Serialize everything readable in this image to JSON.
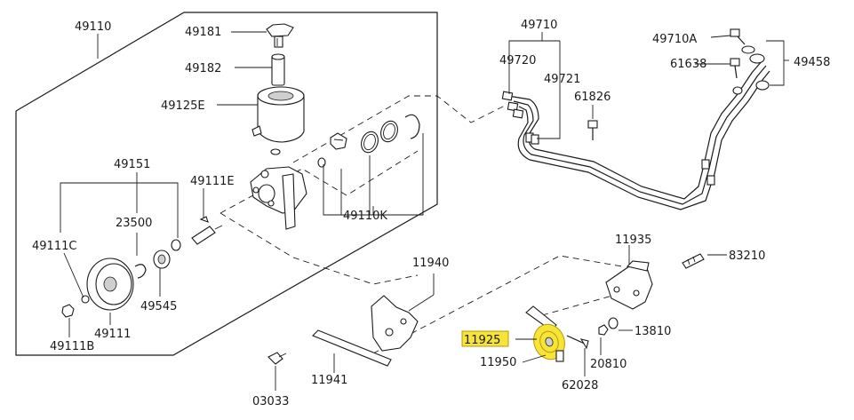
{
  "diagram": {
    "highlight_color": "#f7e43a",
    "part_labels": {
      "p49110": "49110",
      "p49181": "49181",
      "p49182": "49182",
      "p49125E": "49125E",
      "p49151": "49151",
      "p49111E": "49111E",
      "p23500": "23500",
      "p49111C": "49111C",
      "p49545": "49545",
      "p49111": "49111",
      "p49111B": "49111B",
      "p49110K": "49110K",
      "p49710": "49710",
      "p49720": "49720",
      "p49721": "49721",
      "p61826": "61826",
      "p49710A": "49710A",
      "p61638": "61638",
      "p49458": "49458",
      "p11935": "11935",
      "p83210": "83210",
      "p11940": "11940",
      "p13810": "13810",
      "p11925": "11925",
      "p11950": "11950",
      "p20810": "20810",
      "p62028": "62028",
      "p03033": "03033",
      "p11941": "11941"
    },
    "highlighted_part": "11925"
  }
}
